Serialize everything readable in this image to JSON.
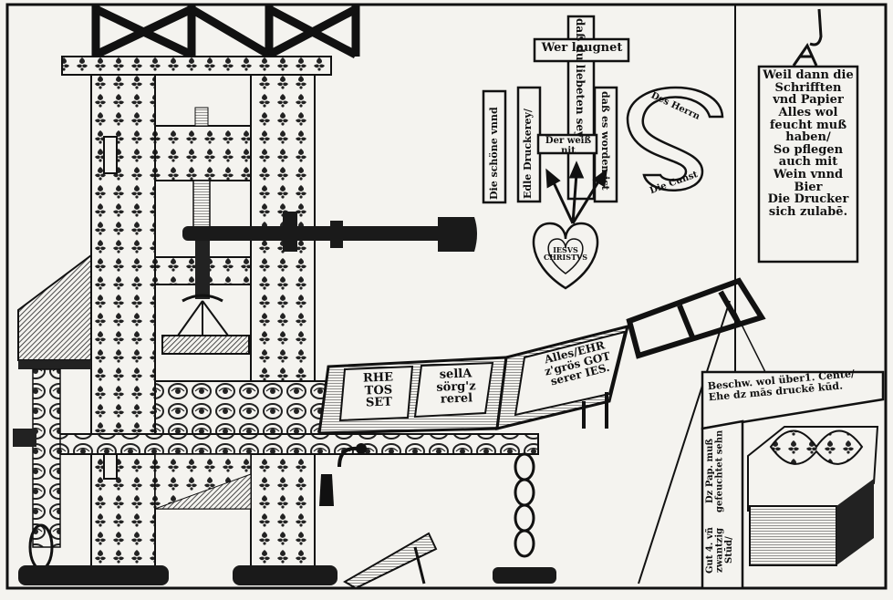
{
  "woodcut": {
    "cross": {
      "top_label": "Wer laugnet",
      "vertical_text": "daß du liebeten sey",
      "bar_text": "Der weiß nit"
    },
    "ihs": {
      "left_text": "Die schöne vnnd",
      "i_text": "Edle Druckerey/",
      "h_text": "daß es worden ist",
      "s_text_top": "Des Herrn",
      "s_text_bottom": "Die Cunst"
    },
    "heart_text": "IESVS CHRISTVS",
    "right_box": {
      "lines": [
        "Weil dann die",
        "Schrifften",
        "vnd Papier",
        "Alles wol",
        "feucht muß",
        "haben/",
        "So pflegen",
        "auch mit",
        "Wein vnnd",
        "Bier",
        "Die Drucker",
        "sich zulabē."
      ]
    },
    "tympan_left": {
      "col1": [
        "RHE",
        "TOS",
        "SET"
      ],
      "col2": [
        "sellA",
        "sörg'z",
        "rerel"
      ]
    },
    "tympan_right": {
      "lines": [
        "Alles/EHR",
        "z'grös GOT",
        "serer IES."
      ]
    },
    "paper_box": {
      "top_lines": [
        "Beschw. wol über1. Cente/",
        "Ehe dz mās druckē kūd."
      ],
      "side_lines": [
        "Dz Pap. muß gefeuchtet sehn",
        "Gut 4. vñ zwantzig Stūd/"
      ]
    }
  },
  "colors": {
    "ink": "#111111",
    "paper": "#f4f3ef"
  }
}
